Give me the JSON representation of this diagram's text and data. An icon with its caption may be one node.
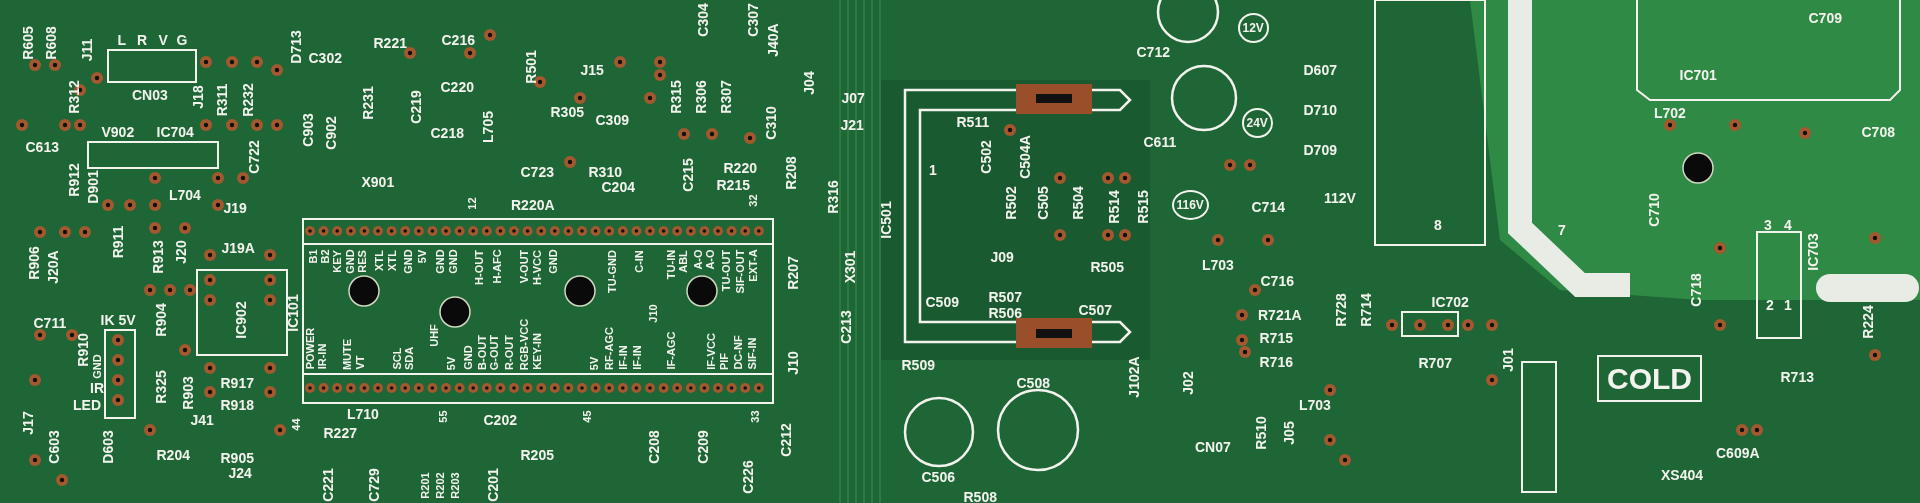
{
  "diagram": {
    "nodes": [
      {
        "text": [
          "B1",
          "B2",
          "KEY",
          "GND",
          "RES",
          "XTL",
          "XTL",
          "GND",
          "5V",
          "GND",
          "GND",
          "H-OUT",
          "H-AFC",
          "V-OUT",
          "H-VCC",
          "GND",
          "TU-GND",
          "C-IN",
          "TU-IN",
          "ABL",
          "A-O",
          "A-O",
          "TU-OUT",
          "SIF-OUT",
          "EXT-A",
          "POWER",
          "IR-IN",
          "MUTE",
          "VT",
          "SCL",
          "SDA",
          "UHF",
          "5V",
          "GND",
          "B-OUT",
          "G-OUT",
          "R-OUT",
          "RGB-VCC",
          "KEY-IN",
          "5V",
          "RF-AGC",
          "IF-IN",
          "IF-IN",
          "IF-AGC",
          "IF-VCC",
          "PIF",
          "DC-NF",
          "SIF-IN"
        ]
      },
      {
        "text": [
          "COLD"
        ]
      }
    ],
    "labels": [
      "C304",
      "C307",
      "C709",
      "R605",
      "R608",
      "L",
      "R",
      "V",
      "G",
      "D713",
      "R221",
      "C216",
      "J40A",
      "12V",
      "J11",
      "C302",
      "R501",
      "J15",
      "C712",
      "D607",
      "R312",
      "CN03",
      "J18",
      "C220",
      "R315",
      "R306",
      "R307",
      "J04",
      "J07",
      "IC701",
      "R311",
      "R232",
      "R231",
      "C219",
      "R305",
      "C309",
      "C310",
      "R511",
      "24V",
      "D710",
      "L702",
      "C613",
      "V902",
      "IC704",
      "C903",
      "C902",
      "C218",
      "L705",
      "J21",
      "C611",
      "C708",
      "C722",
      "C723",
      "R310",
      "R220",
      "R208",
      "1",
      "C502",
      "C504A",
      "D709",
      "R912",
      "D901",
      "L704",
      "X901",
      "C204",
      "C215",
      "R215",
      "R316",
      "112V",
      "J19",
      "12",
      "R220A",
      "32",
      "IC501",
      "R502",
      "C505",
      "R504",
      "R514",
      "R515",
      "116V",
      "C714",
      "C710",
      "R911",
      "J19A",
      "8",
      "7",
      "3",
      "4",
      "R906",
      "J20A",
      "R913",
      "J20",
      "R207",
      "X301",
      "J09",
      "R505",
      "L703",
      "IC703",
      "R507",
      "C716",
      "C718",
      "C711",
      "IK 5V",
      "R904",
      "IC902",
      "IC101",
      "J10",
      "C213",
      "C509",
      "R506",
      "C507",
      "R721A",
      "R728",
      "R714",
      "IC702",
      "2",
      "1",
      "R224",
      "R715",
      "R910",
      "GND",
      "J10",
      "R509",
      "R716",
      "R707",
      "J01",
      "IR",
      "R325",
      "R903",
      "R917",
      "C508",
      "J102A",
      "J02",
      "R713",
      "J17",
      "LED",
      "J41",
      "R918",
      "44",
      "L710",
      "55",
      "C202",
      "45",
      "33",
      "L703",
      "C603",
      "D603",
      "R227",
      "C208",
      "C209",
      "C212",
      "CN07",
      "R510",
      "J05",
      "R204",
      "R905",
      "J24",
      "R205",
      "C609A",
      "C221",
      "C729",
      "R201",
      "R202",
      "R203",
      "C201",
      "C226",
      "C506",
      "R508",
      "XS404"
    ]
  }
}
